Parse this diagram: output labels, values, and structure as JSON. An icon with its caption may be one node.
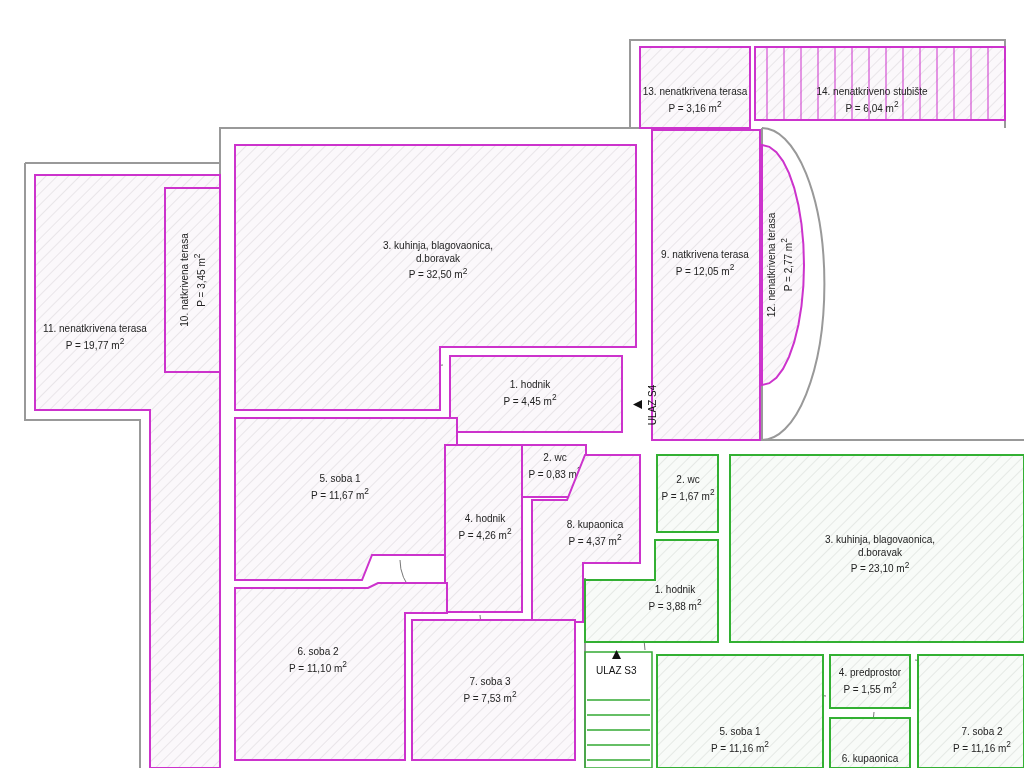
{
  "diagram": {
    "nodes": [
      {
        "text": [
          "13. nenatkrivena terasa",
          "P = 3,16 m$^{2}$"
        ]
      },
      {
        "text": [
          "14. nenatkriveno stubište",
          "P = 6,04 m$^{2}$"
        ]
      },
      {
        "text": [
          "11. nenatkrivena terasa",
          "P = 19,77 m$^{2}$"
        ]
      },
      {
        "text": [
          "10. natkrivena terasa",
          "P = 3,45 m$^{2}$"
        ],
        "in": 2
      },
      {
        "text": [
          "3. kuhinja, blagovaonica, d.boravak",
          "P = 32,50 m$^{2}$"
        ]
      },
      {
        "text": [
          "9. natkrivena terasa",
          "P = 12,05 m$^{2}$"
        ]
      },
      {
        "text": [
          "12. nenatkrivena terasa",
          "P = 2,77 m$^{2}$"
        ]
      },
      {
        "text": [
          "1. hodnik",
          "P = 4,45 m$^{2}$"
        ]
      },
      {
        "text": [
          "5. soba 1",
          "P = 11,67 m$^{2}$"
        ]
      },
      {
        "text": [
          "2. wc",
          "P = 0,83 m$^{2}$"
        ]
      },
      {
        "text": [
          "4. hodnik",
          "P = 4,26 m$^{2}$"
        ]
      },
      {
        "text": [
          "8. kupaonica",
          "P = 4,37 m$^{2}$"
        ]
      },
      {
        "text": [
          "6. soba 2",
          "P = 11,10 m$^{2}$"
        ]
      },
      {
        "text": [
          "7. soba 3",
          "P = 7,53 m$^{2}$"
        ]
      },
      {
        "text": [
          "2. wc",
          "P = 1,67 m$^{2}$"
        ]
      },
      {
        "text": [
          "3. kuhinja, blagovaonica, d.boravak",
          "P = 23,10 m$^{2}$"
        ]
      },
      {
        "text": [
          "1. hodnik",
          "P = 3,88 m$^{2}$"
        ]
      },
      {
        "text": [
          "4. predprostor",
          "P = 1,55 m$^{2}$"
        ]
      },
      {
        "text": [
          "5. soba 1",
          "P = 11,16 m$^{2}$"
        ]
      },
      {
        "text": [
          "6. kupaonica"
        ]
      },
      {
        "text": [
          "7. soba 2",
          "P = 11,16 m$^{2}$"
        ]
      }
    ],
    "labels": [
      "ULAZ S4",
      "ULAZ S3"
    ]
  }
}
